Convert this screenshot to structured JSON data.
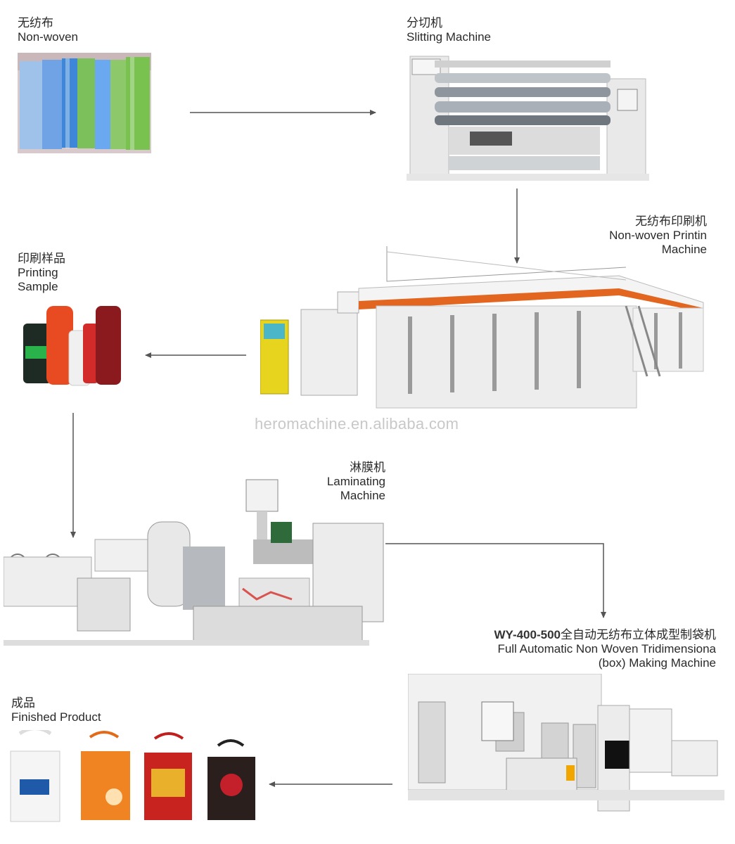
{
  "steps": {
    "nonwoven": {
      "zh": "无纺布",
      "en": "Non-woven"
    },
    "slitting": {
      "zh": "分切机",
      "en": "Slitting Machine"
    },
    "printing_machine": {
      "zh": "无纺布印刷机",
      "en_line1": "Non-woven Printin",
      "en_line2": "Machine"
    },
    "printing_sample": {
      "zh": "印刷样品",
      "en_line1": "Printing",
      "en_line2": "Sample"
    },
    "laminating": {
      "zh": "淋膜机",
      "en_line1": "Laminating",
      "en_line2": "Machine"
    },
    "bag_machine": {
      "model": "WY-400-500",
      "zh": "全自动无纺布立体成型制袋机",
      "en_line1": "Full Automatic Non Woven Tridimensiona",
      "en_line2": "(box) Making Machine"
    },
    "finished": {
      "zh": "成品",
      "en": "Finished Product"
    }
  },
  "watermark": "heromachine.en.alibaba.com",
  "colors": {
    "arrow": "#555555",
    "label": "#2a2a2a",
    "accent_orange": "#e2661f",
    "watermark": "#c8c8c8"
  }
}
